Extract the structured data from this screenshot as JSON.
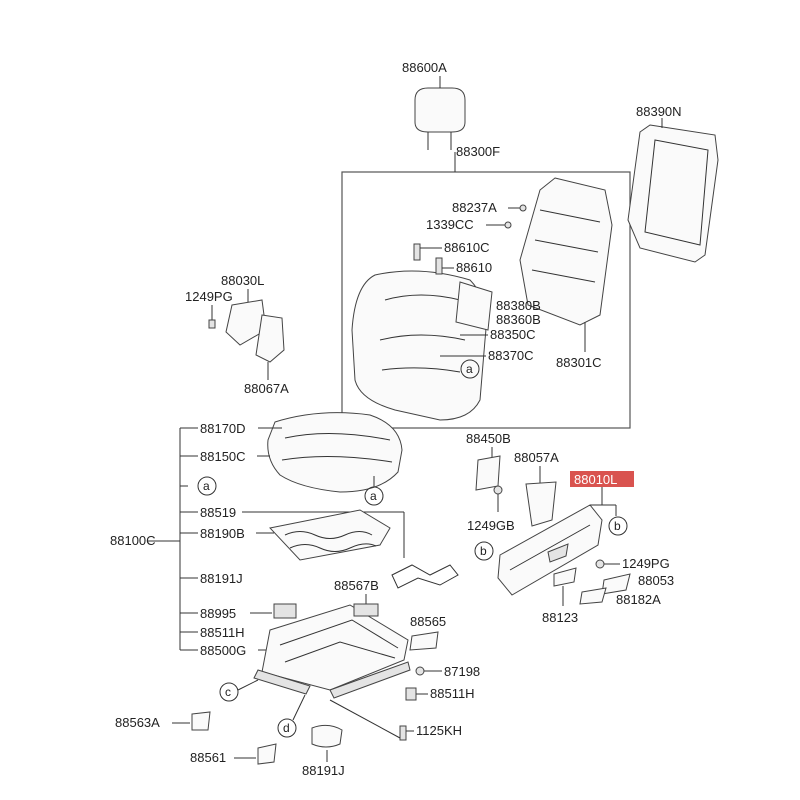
{
  "labels": {
    "headrest": "88600A",
    "back_assembly": "88300F",
    "back_panel": "88390N",
    "bolt_a": "88237A",
    "bolt_b": "1339CC",
    "guide_c": "88610C",
    "guide": "88610",
    "pad_380": "88380B",
    "pad_360": "88360B",
    "cover_350": "88350C",
    "cover_370": "88370C",
    "back_frame": "88301C",
    "side_030": "88030L",
    "bolt_249": "1249PG",
    "side_067": "88067A",
    "cushion_cover": "88170D",
    "cushion_pad": "88150C",
    "heater": "88519",
    "spring_mat": "88190B",
    "cushion_assembly": "88100C",
    "cushion_191": "88191J",
    "switch_995": "88995",
    "track_511": "88511H",
    "track_500": "88500G",
    "bracket_567": "88567B",
    "bracket_565": "88565",
    "bolt_198": "87198",
    "track_511b": "88511H",
    "cover_563": "88563A",
    "bolt_125": "1125KH",
    "cover_561": "88561",
    "cover_191b": "88191J",
    "bracket_450": "88450B",
    "bracket_057": "88057A",
    "bolt_249gb": "1249GB",
    "shield_main": "88010L",
    "bolt_249pg_b": "1249PG",
    "knob_053": "88053",
    "knob_182": "88182A",
    "cover_123": "88123"
  },
  "callouts": {
    "a": "a",
    "b": "b",
    "c": "c",
    "d": "d"
  },
  "colors": {
    "highlight": "#d9534f",
    "line": "#333333"
  }
}
